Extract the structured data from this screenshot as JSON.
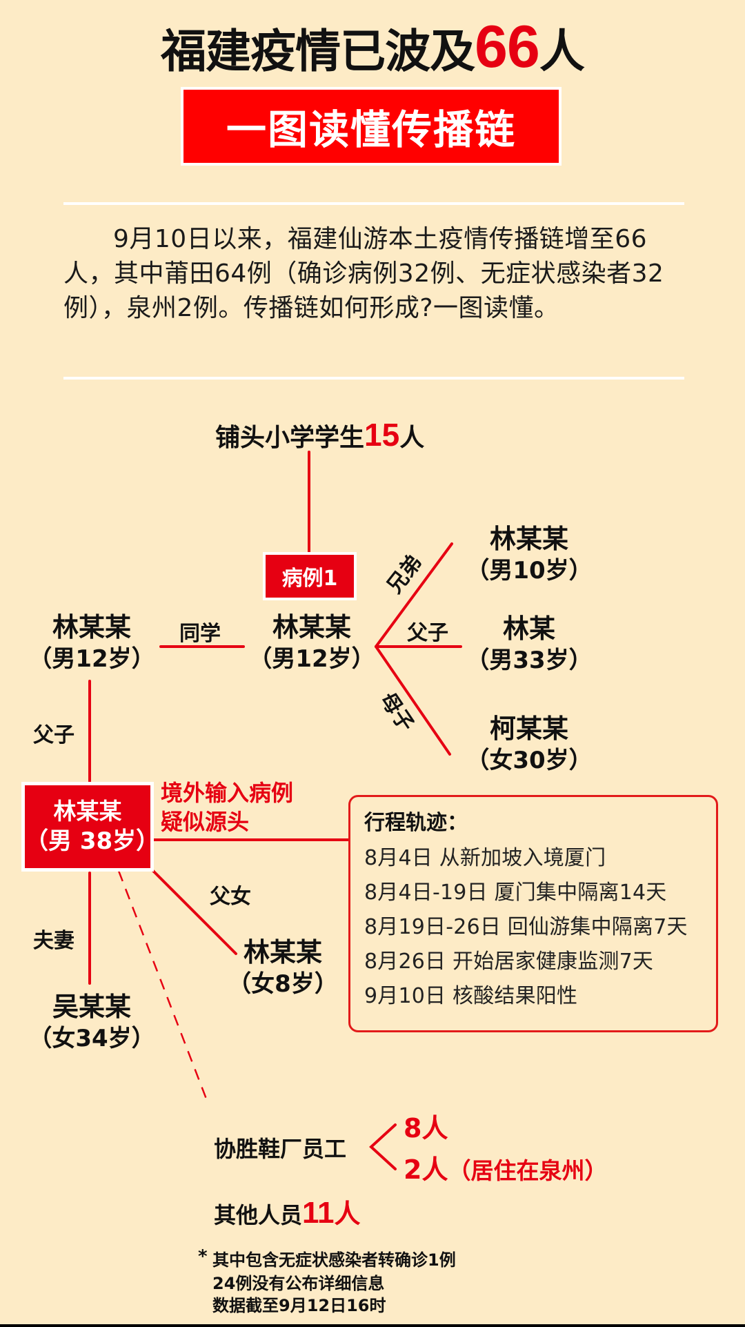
{
  "header": {
    "title_prefix": "福建疫情已波及",
    "title_number": "66",
    "title_suffix": "人",
    "subtitle": "一图读懂传播链"
  },
  "intro": {
    "text": "9月10日以来，福建仙游本土疫情传播链增至66人，其中莆田64例（确诊病例32例、无症状感染者32例），泉州2例。传播链如何形成?一图读懂。"
  },
  "diagram": {
    "school": {
      "prefix": "铺头小学学生",
      "number": "15",
      "suffix": "人"
    },
    "case1_label": "病例1",
    "case1_node": {
      "name": "林某某",
      "age": "（男12岁）"
    },
    "classmate": {
      "name": "林某某",
      "age": "（男12岁）",
      "relation": "同学"
    },
    "case1_relatives": [
      {
        "relation": "兄弟",
        "name": "林某某",
        "age": "（男10岁）"
      },
      {
        "relation": "父子",
        "name": "林某",
        "age": "（男33岁）"
      },
      {
        "relation": "母子",
        "name": "柯某某",
        "age": "（女30岁）"
      }
    ],
    "classmate_father_relation": "父子",
    "source": {
      "name": "林某某",
      "age": "（男 38岁）",
      "note_line1": "境外输入病例",
      "note_line2": "疑似源头"
    },
    "itinerary": {
      "title": "行程轨迹：",
      "items": [
        "8月4日 从新加坡入境厦门",
        "8月4日-19日 厦门集中隔离14天",
        "8月19日-26日 回仙游集中隔离7天",
        "8月26日 开始居家健康监测7天",
        "9月10日 核酸结果阳性"
      ]
    },
    "daughter": {
      "relation": "父女",
      "name": "林某某",
      "age": "（女8岁）"
    },
    "wife": {
      "relation": "夫妻",
      "name": "吴某某",
      "age": "（女34岁）"
    },
    "factory": {
      "label": "协胜鞋厂员工",
      "group1": "8人",
      "group2_count": "2人",
      "group2_note": "（居住在泉州）"
    },
    "others": {
      "prefix": "其他人员",
      "number": "11",
      "suffix": "人"
    }
  },
  "footnotes": {
    "star": "*",
    "line1": "其中包含无症状感染者转确诊1例",
    "line2": "24例没有公布详细信息",
    "line3": "数据截至9月12日16时"
  },
  "colors": {
    "background": "#fdebc6",
    "accent_red": "#e60012",
    "text": "#111111",
    "divider": "#ffffff"
  }
}
